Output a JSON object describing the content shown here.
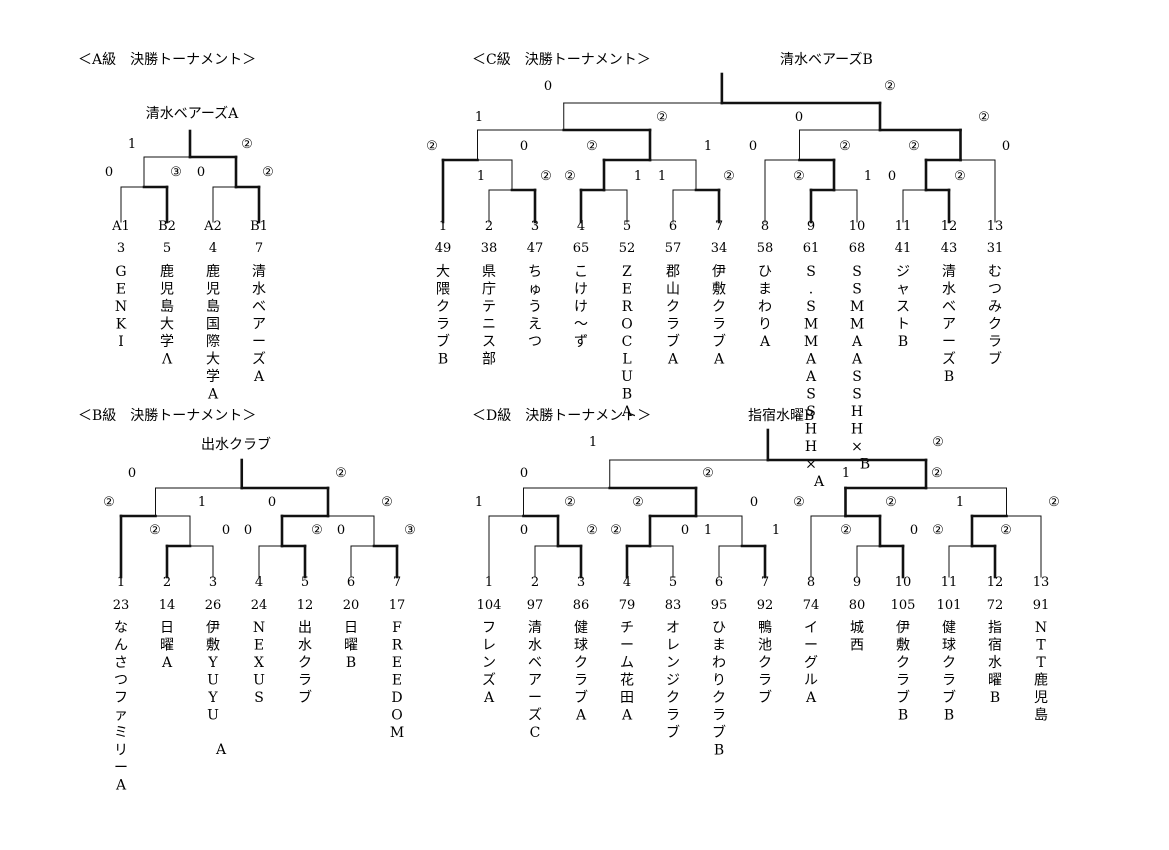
{
  "tournaments": [
    {
      "id": "a",
      "title": "＜A級　決勝トーナメント＞",
      "champion": "清水ベアーズA",
      "teams": [
        {
          "seed": "A1",
          "entry_no": "3",
          "name": "GENKI"
        },
        {
          "seed": "B2",
          "entry_no": "5",
          "name": "鹿児島大学Λ"
        },
        {
          "seed": "A2",
          "entry_no": "4",
          "name": "鹿児島国際大学A"
        },
        {
          "seed": "B1",
          "entry_no": "7",
          "name": "清水ベアーズA"
        }
      ],
      "scores": [
        "1",
        "②",
        "0",
        "③",
        "0",
        "②"
      ]
    },
    {
      "id": "c",
      "title": "＜C級　決勝トーナメント＞",
      "champion": "清水ベアーズB",
      "teams": [
        {
          "seed": "1",
          "entry_no": "49",
          "name": "大隈クラブB"
        },
        {
          "seed": "2",
          "entry_no": "38",
          "name": "県庁テニス部"
        },
        {
          "seed": "3",
          "entry_no": "47",
          "name": "ちゅうえつ"
        },
        {
          "seed": "4",
          "entry_no": "65",
          "name": "こけけ〜ず"
        },
        {
          "seed": "5",
          "entry_no": "52",
          "name": "ZEROCLUB",
          "suffix": "A"
        },
        {
          "seed": "6",
          "entry_no": "57",
          "name": "郡山クラブA"
        },
        {
          "seed": "7",
          "entry_no": "34",
          "name": "伊敷クラブA"
        },
        {
          "seed": "8",
          "entry_no": "58",
          "name": "ひまわりA"
        },
        {
          "seed": "9",
          "entry_no": "61",
          "name": "S.SMMAASSHH×",
          "suffix": "A"
        },
        {
          "seed": "10",
          "entry_no": "68",
          "name": "SSMMAASSHH×",
          "suffix": "B"
        },
        {
          "seed": "11",
          "entry_no": "41",
          "name": "ジャストB"
        },
        {
          "seed": "12",
          "entry_no": "43",
          "name": "清水ベアーズB"
        },
        {
          "seed": "13",
          "entry_no": "31",
          "name": "むつみクラブ"
        }
      ],
      "scores": [
        "0",
        "②",
        "1",
        "②",
        "0",
        "②",
        "②",
        "0",
        "②",
        "1",
        "0",
        "②",
        "②",
        "0",
        "1",
        "②",
        "②",
        "1",
        "1",
        "②",
        "②",
        "1",
        "0",
        "②"
      ]
    },
    {
      "id": "b",
      "title": "＜B級　決勝トーナメント＞",
      "champion": "出水クラブ",
      "teams": [
        {
          "seed": "1",
          "entry_no": "23",
          "name": "なんさつファミリーA"
        },
        {
          "seed": "2",
          "entry_no": "14",
          "name": "日曜A"
        },
        {
          "seed": "3",
          "entry_no": "26",
          "name": "伊敷YUYU",
          "suffix": "A"
        },
        {
          "seed": "4",
          "entry_no": "24",
          "name": "NEXUS"
        },
        {
          "seed": "5",
          "entry_no": "12",
          "name": "出水クラブ"
        },
        {
          "seed": "6",
          "entry_no": "20",
          "name": "日曜B"
        },
        {
          "seed": "7",
          "entry_no": "17",
          "name": "FREEDOM"
        }
      ],
      "scores": [
        "0",
        "②",
        "②",
        "1",
        "0",
        "②",
        "②",
        "0",
        "0",
        "②",
        "0",
        "③"
      ]
    },
    {
      "id": "d",
      "title": "＜D級　決勝トーナメント＞",
      "champion": "指宿水曜B",
      "teams": [
        {
          "seed": "1",
          "entry_no": "104",
          "name": "フレンズA"
        },
        {
          "seed": "2",
          "entry_no": "97",
          "name": "清水ベアーズC"
        },
        {
          "seed": "3",
          "entry_no": "86",
          "name": "健球クラブA"
        },
        {
          "seed": "4",
          "entry_no": "79",
          "name": "チーム花田A"
        },
        {
          "seed": "5",
          "entry_no": "83",
          "name": "オレンジクラブ"
        },
        {
          "seed": "6",
          "entry_no": "95",
          "name": "ひまわりクラブB"
        },
        {
          "seed": "7",
          "entry_no": "92",
          "name": "鴨池クラブ"
        },
        {
          "seed": "8",
          "entry_no": "74",
          "name": "イーグルA"
        },
        {
          "seed": "9",
          "entry_no": "80",
          "name": "城西"
        },
        {
          "seed": "10",
          "entry_no": "105",
          "name": "伊敷クラブB"
        },
        {
          "seed": "11",
          "entry_no": "101",
          "name": "健球クラブB"
        },
        {
          "seed": "12",
          "entry_no": "72",
          "name": "指宿水曜B"
        },
        {
          "seed": "13",
          "entry_no": "91",
          "name": "NTT鹿児島"
        }
      ],
      "scores": [
        "1",
        "②",
        "0",
        "②",
        "1",
        "②",
        "1",
        "②",
        "②",
        "0",
        "②",
        "②",
        "1",
        "②",
        "0",
        "②",
        "②",
        "0",
        "1",
        "1",
        "②",
        "0",
        "②",
        "②"
      ]
    }
  ]
}
